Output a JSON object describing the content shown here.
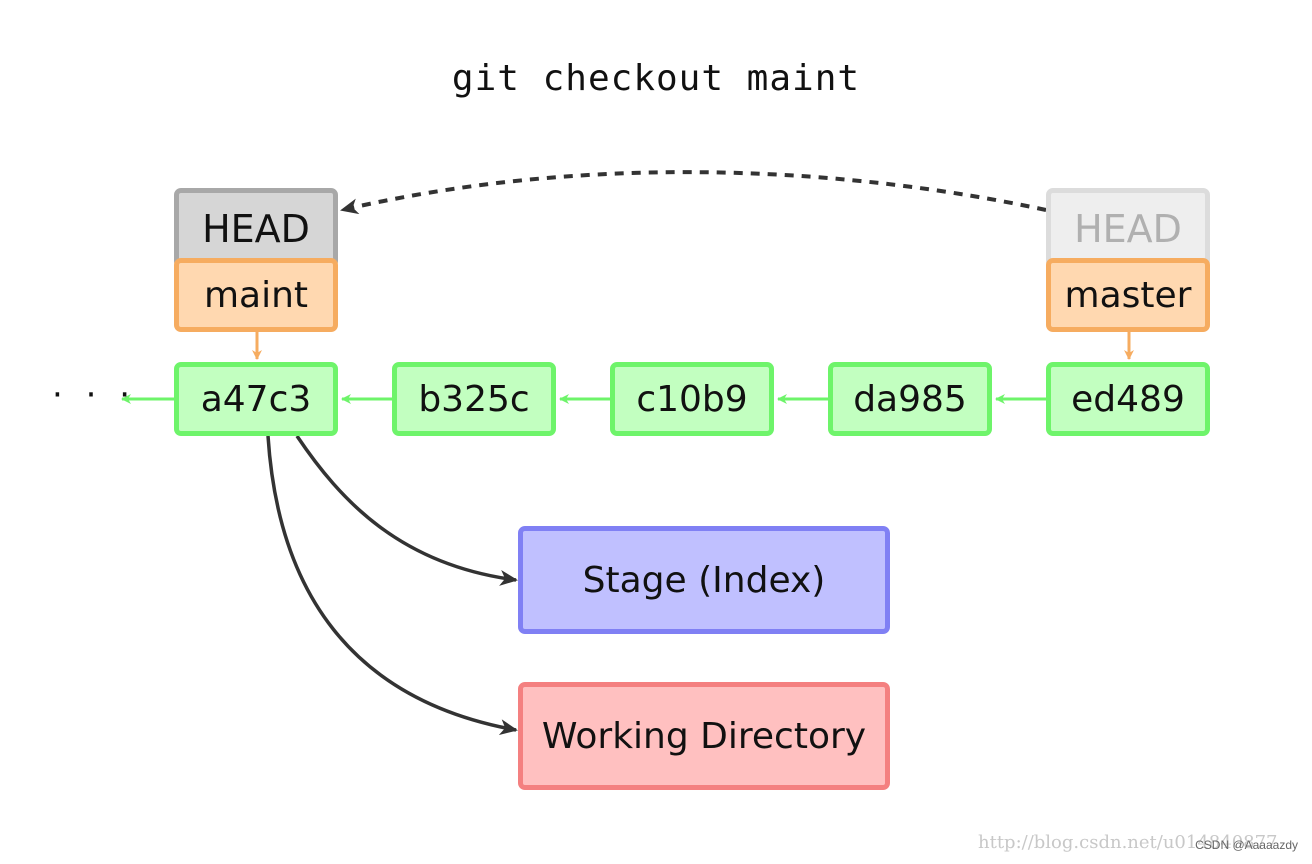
{
  "title": "git checkout maint",
  "head_current": "HEAD",
  "head_previous": "HEAD",
  "branches": {
    "maint": "maint",
    "master": "master"
  },
  "commits": [
    "a47c3",
    "b325c",
    "c10b9",
    "da985",
    "ed489"
  ],
  "ellipsis": "· · ·",
  "areas": {
    "stage": "Stage (Index)",
    "working_directory": "Working Directory"
  },
  "watermark": {
    "url": "http://blog.csdn.net/u014840877",
    "credit": "CSDN @Aaaaazdy"
  },
  "colors": {
    "commit_fill": "#c2ffc0",
    "commit_border": "#6ef46a",
    "branch_fill": "#ffd8b0",
    "branch_border": "#f6ac60",
    "head_fill": "#d6d6d6",
    "head_border": "#a8a8a8",
    "stage_fill": "#c0c0ff",
    "stage_border": "#8080f4",
    "workdir_fill": "#ffc0c0",
    "workdir_border": "#f48080"
  }
}
